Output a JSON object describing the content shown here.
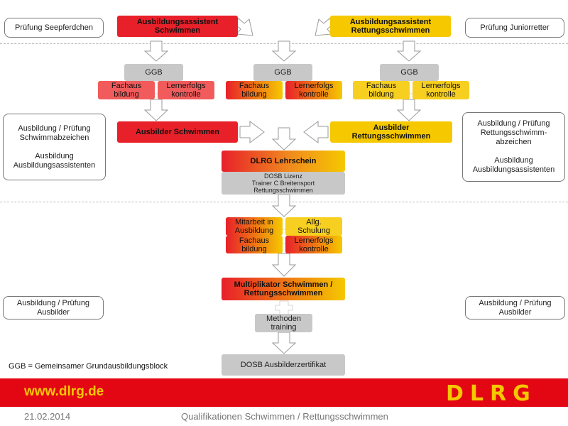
{
  "side": {
    "top_left": "Prüfung  Seepferdchen",
    "top_right": "Prüfung  Juniorretter",
    "mid_left": "Ausbildung / Prüfung\nSchwimmabzeichen\n\nAusbildung\nAusbildungsassistenten",
    "mid_right": "Ausbildung / Prüfung\nRettungsschwimm-\nabzeichen\n\nAusbildung\nAusbildungsassistenten",
    "low_left": "Ausbildung / Prüfung\nAusbilder",
    "low_right": "Ausbildung / Prüfung\nAusbilder"
  },
  "nodes": {
    "assist_swim": "Ausbildungsassistent\nSchwimmen",
    "assist_rescue": "Ausbildungsassistent\nRettungsschwimmen",
    "ggb": "GGB",
    "fachaus": "Fachaus\nbildung",
    "lernerfolg": "Lernerfolgs\nkontrolle",
    "ausbilder_swim": "Ausbilder  Schwimmen",
    "ausbilder_rescue": "Ausbilder\nRettungsschwimmen",
    "lehrschein": "DLRG  Lehrschein",
    "lehrschein_sub": "DOSB Lizenz\nTrainer C Breitensport\nRettungsschwimmen",
    "mitarbeit": "Mitarbeit in\nAusbildung",
    "allg_schulung": "Allg.\nSchulung",
    "multiplikator": "Multiplikator Schwimmen /\nRettungsschwimmen",
    "methoden": "Methoden\ntraining",
    "dosb_zert": "DOSB Ausbilderzertifikat"
  },
  "legend": "GGB = Gemeinsamer  Grundausbildungsblock",
  "footer": {
    "url": "www.dlrg.de",
    "logo": "DLRG",
    "date": "21.02.2014",
    "title": "Qualifikationen  Schwimmen / Rettungsschwimmen"
  },
  "colors": {
    "red": "#e8202a",
    "yellow": "#f5c800",
    "gray": "#c8c8c8",
    "footer_red": "#e30613"
  }
}
